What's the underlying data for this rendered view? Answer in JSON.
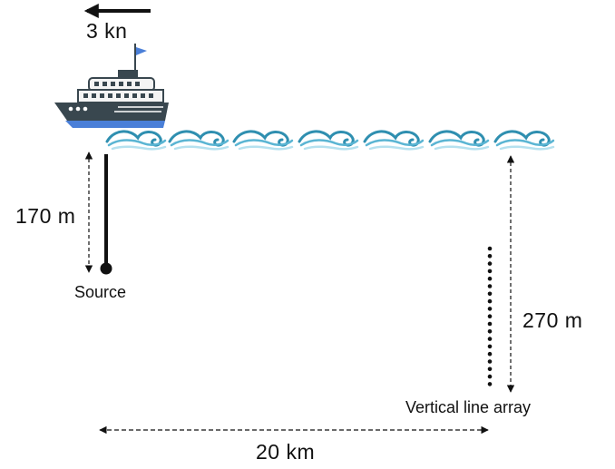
{
  "diagram": {
    "speed_label": "3 kn",
    "source_depth_label": "170 m",
    "source_label": "Source",
    "array_depth_label": "270 m",
    "array_label": "Vertical line array",
    "range_label": "20 km"
  },
  "colors": {
    "ink": "#111111",
    "wave_dark": "#2f8fb0",
    "wave_mid": "#5bb5d3",
    "wave_light": "#b5e1ef",
    "hull": "#39474f",
    "hull_stripe": "#4a7fd8",
    "flag": "#4a7fd8"
  },
  "icons": [
    "ship-icon",
    "wave-icon",
    "flag-icon",
    "arrow-left-icon"
  ]
}
